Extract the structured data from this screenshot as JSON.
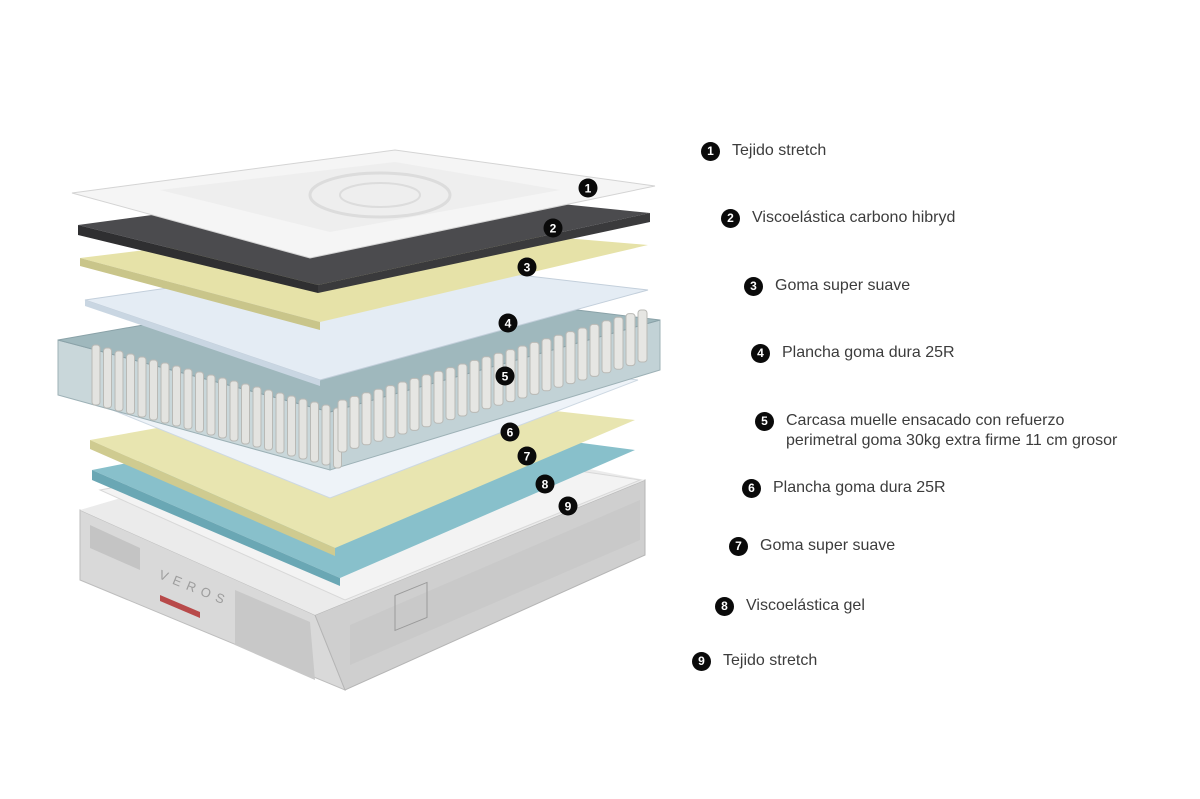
{
  "layers": [
    {
      "num": "1",
      "label": [
        "Tejido stretch"
      ],
      "color": "#f2f2f2"
    },
    {
      "num": "2",
      "label": [
        "Viscoelástica carbono hibryd"
      ],
      "color": "#4a4a4c"
    },
    {
      "num": "3",
      "label": [
        "Goma super suave"
      ],
      "color": "#e6e2a8"
    },
    {
      "num": "4",
      "label": [
        "Plancha goma dura 25R"
      ],
      "color": "#e3ebf3"
    },
    {
      "num": "5",
      "label": [
        "Carcasa muelle ensacado con refuerzo",
        "perimetral goma 30kg extra firme 11 cm grosor"
      ],
      "color": "#b9cdd2"
    },
    {
      "num": "6",
      "label": [
        "Plancha goma dura 25R"
      ],
      "color": "#e3ebf3"
    },
    {
      "num": "7",
      "label": [
        "Goma super suave"
      ],
      "color": "#e6e2a8"
    },
    {
      "num": "8",
      "label": [
        "Viscoelástica gel"
      ],
      "color": "#8cc3cd"
    },
    {
      "num": "9",
      "label": [
        "Tejido stretch"
      ],
      "color": "#e4e4e4"
    }
  ],
  "base": {
    "brand": "VEROS",
    "color": "#d6d6d6"
  }
}
